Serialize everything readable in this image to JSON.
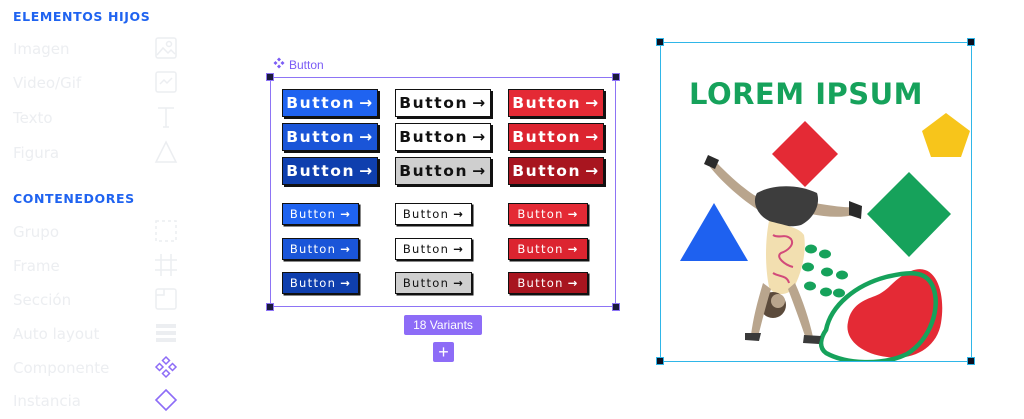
{
  "sidebar": {
    "child_elements_title": "ELEMENTOS HIJOS",
    "child_elements": [
      {
        "label": "Imagen",
        "icon": "image-icon"
      },
      {
        "label": "Video/Gif",
        "icon": "video-gif-icon"
      },
      {
        "label": "Texto",
        "icon": "text-icon"
      },
      {
        "label": "Figura",
        "icon": "triangle-shape-icon"
      }
    ],
    "containers_title": "CONTENEDORES",
    "containers": [
      {
        "label": "Grupo",
        "icon": "group-icon"
      },
      {
        "label": "Frame",
        "icon": "frame-icon"
      },
      {
        "label": "Sección",
        "icon": "section-icon"
      },
      {
        "label": "Auto layout",
        "icon": "auto-layout-icon"
      },
      {
        "label": "Componente",
        "icon": "component-icon"
      },
      {
        "label": "Instancia",
        "icon": "instance-icon"
      }
    ]
  },
  "component_set": {
    "name": "Button",
    "button_label": "Button",
    "arrow": "→",
    "variants_badge": "18 Variants",
    "add_symbol": "+"
  },
  "poster": {
    "title": "LOREM IPSUM"
  },
  "colors": {
    "accent_blue": "#1f63f0",
    "purple": "#8d6cf7",
    "poster_green": "#16a25b",
    "poster_red": "#e42a35",
    "poster_yellow": "#f7c51b",
    "poster_blue": "#1e61f0",
    "selection_cyan": "#2fb6e8"
  }
}
